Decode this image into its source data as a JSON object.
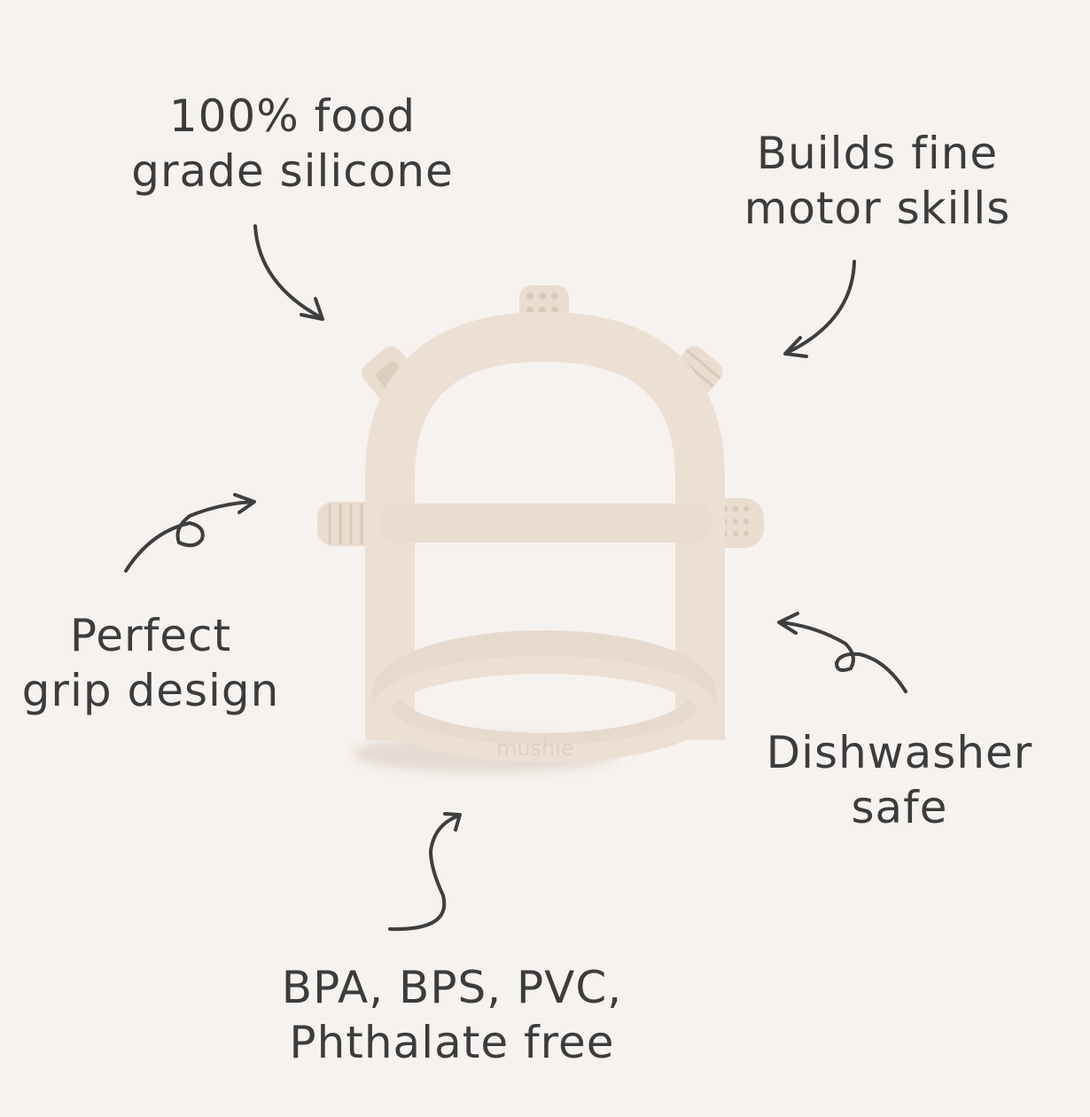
{
  "colors": {
    "background": "#f6f2ef",
    "product": "#ebe0d3",
    "product_shadow": "#d9cbbb",
    "text": "#3c3c3c"
  },
  "product": {
    "name": "silicone-teether-wrist-ring",
    "brand_embossed": "mushie"
  },
  "features": {
    "silicone": {
      "line1": "100% food",
      "line2": "grade silicone"
    },
    "motor": {
      "line1": "Builds fine",
      "line2": "motor skills"
    },
    "grip": {
      "line1": "Perfect",
      "line2": "grip design"
    },
    "dishwasher": {
      "line1": "Dishwasher",
      "line2": "safe"
    },
    "bpa": {
      "line1": "BPA, BPS, PVC,",
      "line2": "Phthalate free"
    }
  }
}
